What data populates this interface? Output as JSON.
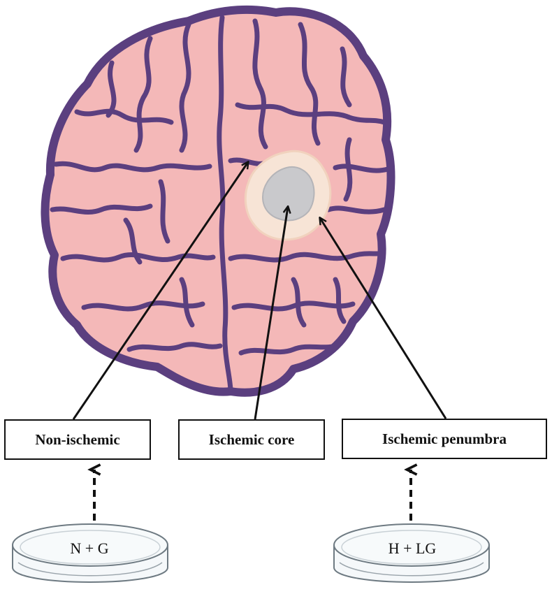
{
  "labels": {
    "non_ischemic": "Non-ischemic",
    "ischemic_core": "Ischemic core",
    "ischemic_penumbra": "Ischemic penumbra"
  },
  "dishes": {
    "left": "N + G",
    "right": "H + LG"
  },
  "colors": {
    "brain_fill": "#f4b8b8",
    "brain_outline": "#5b3f7f",
    "core": "#c9c9cc",
    "penumbra": "#f7e4d6",
    "arrow": "#111111"
  }
}
